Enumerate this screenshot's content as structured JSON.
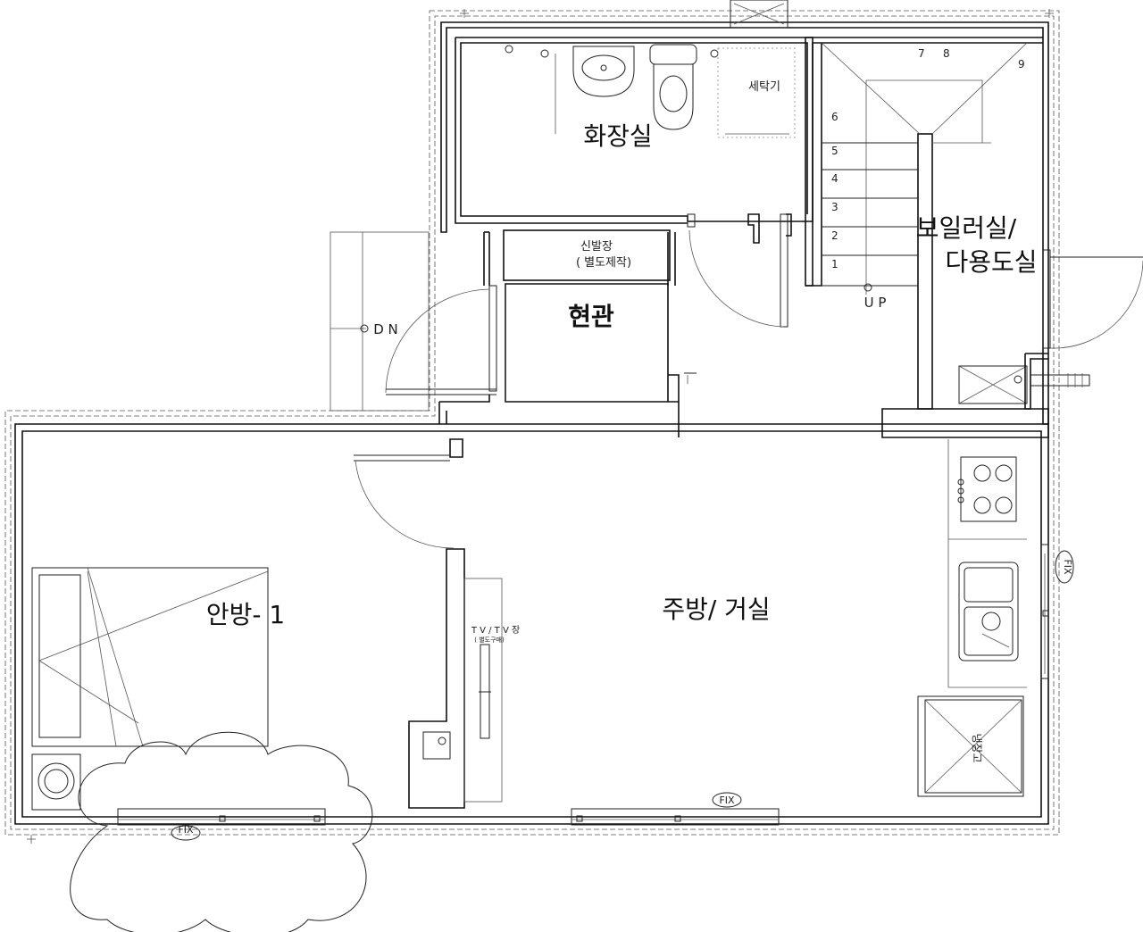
{
  "rooms": {
    "bathroom": "화장실",
    "laundry": "세탁기",
    "entrance": "현관",
    "shoe_cabinet": "신발장",
    "shoe_cabinet_note": "( 별도제작)",
    "boiler_line1": "보일러실/",
    "boiler_line2": "다용도실",
    "master_bedroom": "안방- 1",
    "kitchen_living": "주방/ 거실",
    "tv_stand": "T V / T V 장",
    "tv_note": "( 별도구매)",
    "fridge": "냉장고"
  },
  "stairs": {
    "up": "U P",
    "down": "D N",
    "steps": [
      "1",
      "2",
      "3",
      "4",
      "5",
      "6",
      "7",
      "8",
      "9"
    ]
  },
  "windows": {
    "fix_bottom_left": "FIX",
    "fix_bottom_center": "FIX",
    "fix_right": "FIX"
  }
}
